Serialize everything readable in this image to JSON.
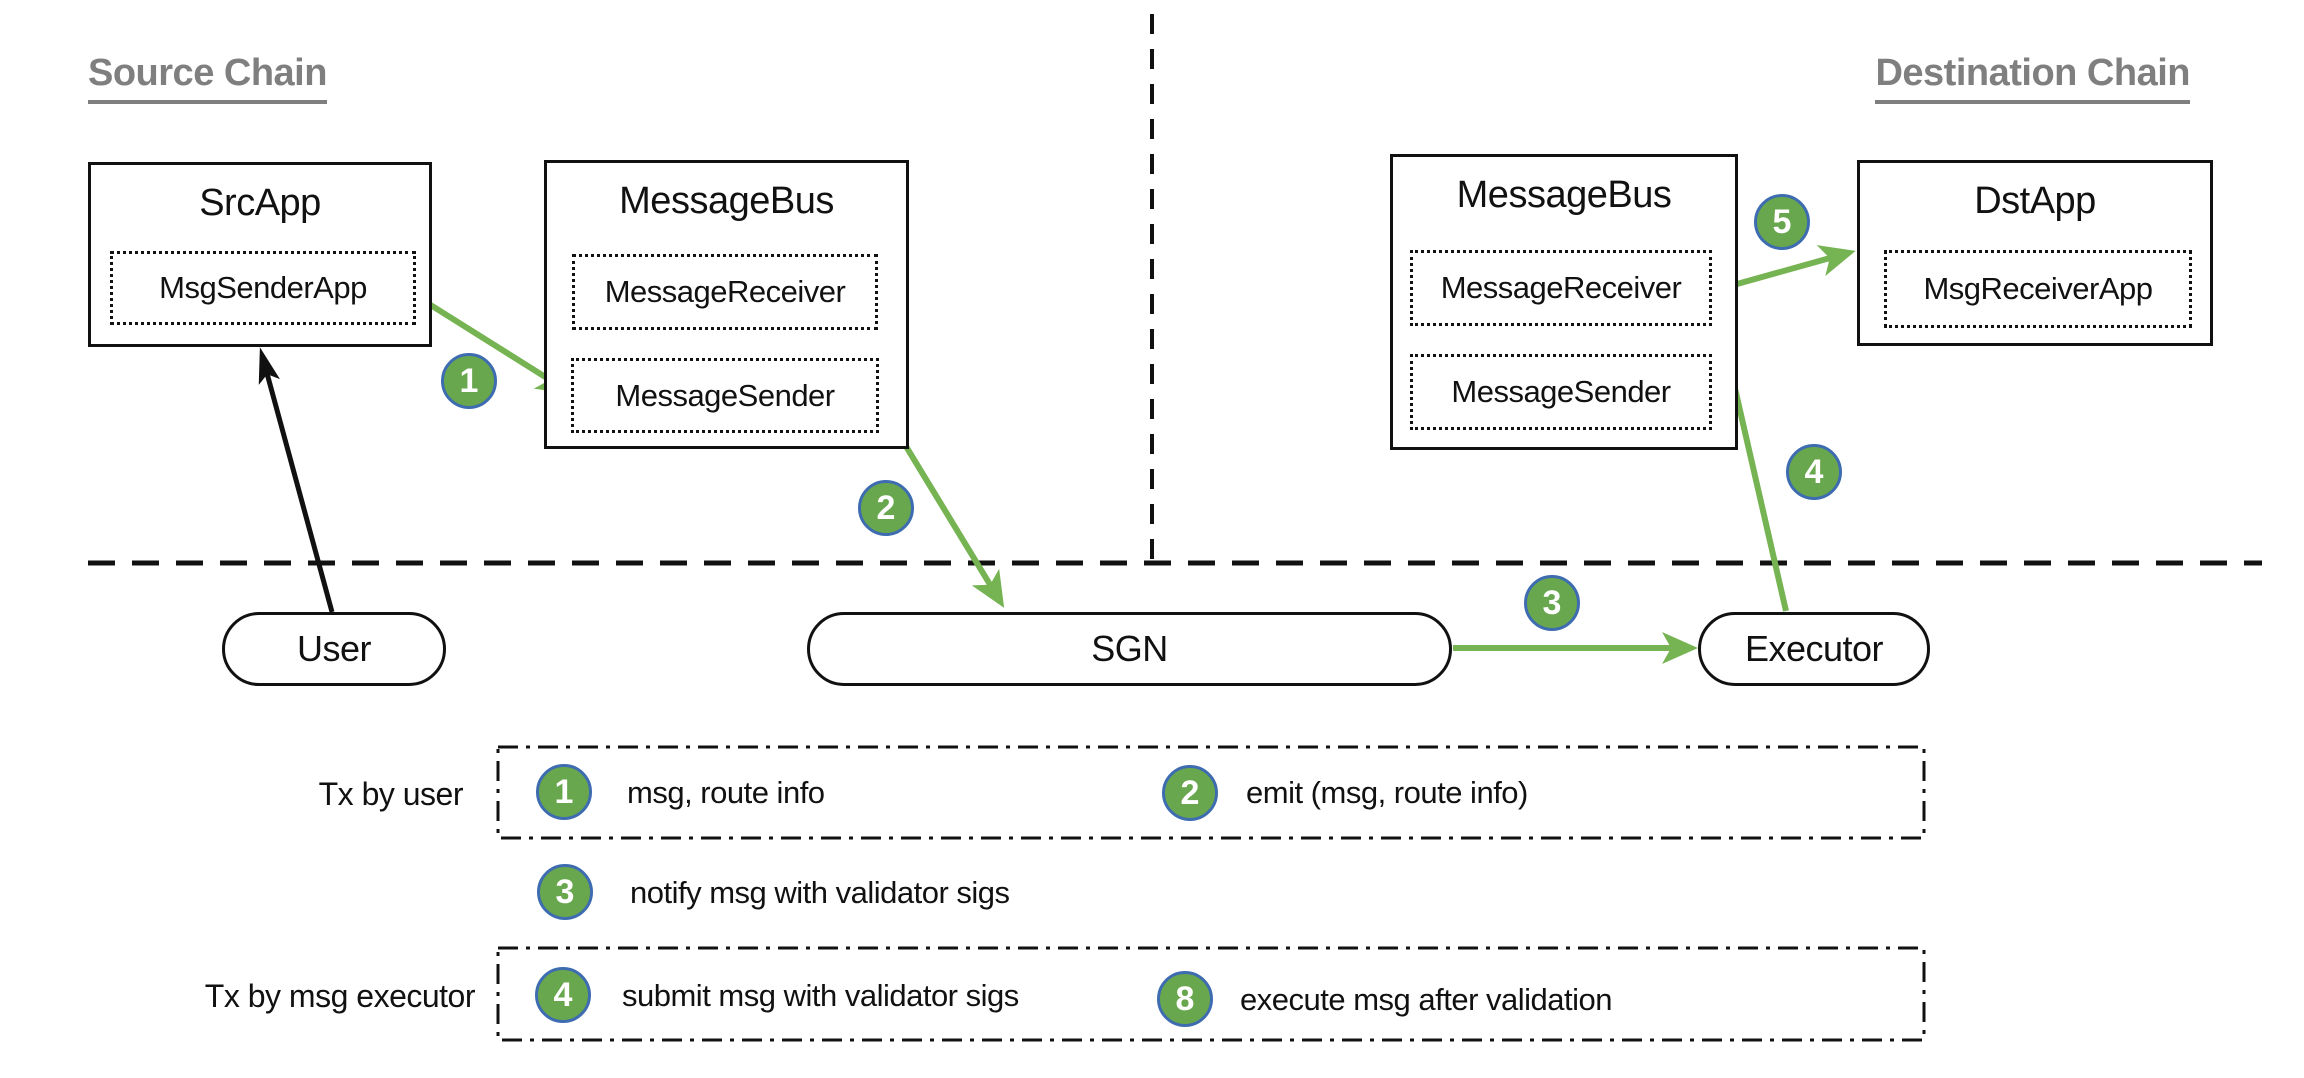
{
  "labels": {
    "source_chain": "Source Chain",
    "destination_chain": "Destination Chain"
  },
  "nodes": {
    "src_app": {
      "title": "SrcApp",
      "module": "MsgSenderApp"
    },
    "src_bus": {
      "title": "MessageBus",
      "receiver": "MessageReceiver",
      "sender": "MessageSender"
    },
    "dst_bus": {
      "title": "MessageBus",
      "receiver": "MessageReceiver",
      "sender": "MessageSender"
    },
    "dst_app": {
      "title": "DstApp",
      "module": "MsgReceiverApp"
    },
    "user": {
      "label": "User"
    },
    "sgn": {
      "label": "SGN"
    },
    "executor": {
      "label": "Executor"
    }
  },
  "steps": {
    "s1": "1",
    "s2": "2",
    "s3": "3",
    "s4": "4",
    "s5": "5"
  },
  "legend": {
    "row1_label": "Tx by user",
    "row2_label": "Tx by msg executor",
    "items": [
      {
        "num": "1",
        "text": "msg, route info"
      },
      {
        "num": "2",
        "text": "emit (msg, route info)"
      },
      {
        "num": "3",
        "text": "notify msg with validator sigs"
      },
      {
        "num": "4",
        "text": "submit msg with validator sigs"
      },
      {
        "num": "8",
        "text": "execute msg after validation"
      }
    ]
  },
  "colors": {
    "arrow_green": "#76b453",
    "badge_green": "#69a74e",
    "badge_border": "#3e6cb0",
    "muted_gray": "#7f7f7f"
  }
}
